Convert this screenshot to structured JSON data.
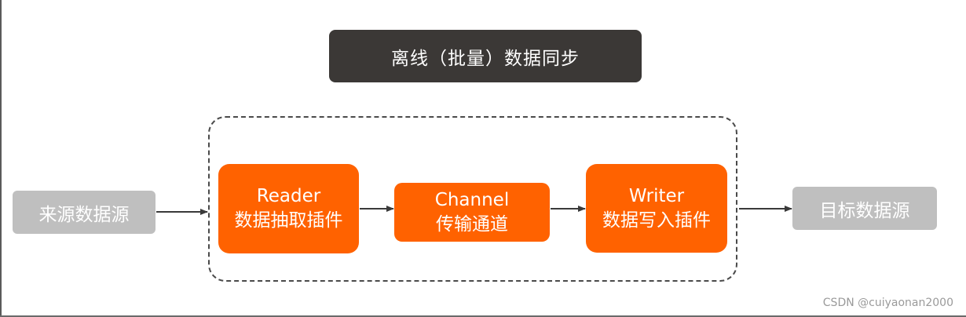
{
  "title": "离线（批量）数据同步",
  "source": "来源数据源",
  "target": "目标数据源",
  "reader": {
    "name": "Reader",
    "desc": "数据抽取插件"
  },
  "channel": {
    "name": "Channel",
    "desc": "传输通道"
  },
  "writer": {
    "name": "Writer",
    "desc": "数据写入插件"
  },
  "watermark": "CSDN @cuiyaonan2000",
  "colors": {
    "title_bg": "#3b3836",
    "plugin_orange": "#ff6200",
    "datasource_gray": "#bfbfbf",
    "arrow": "#3a3a3a"
  }
}
